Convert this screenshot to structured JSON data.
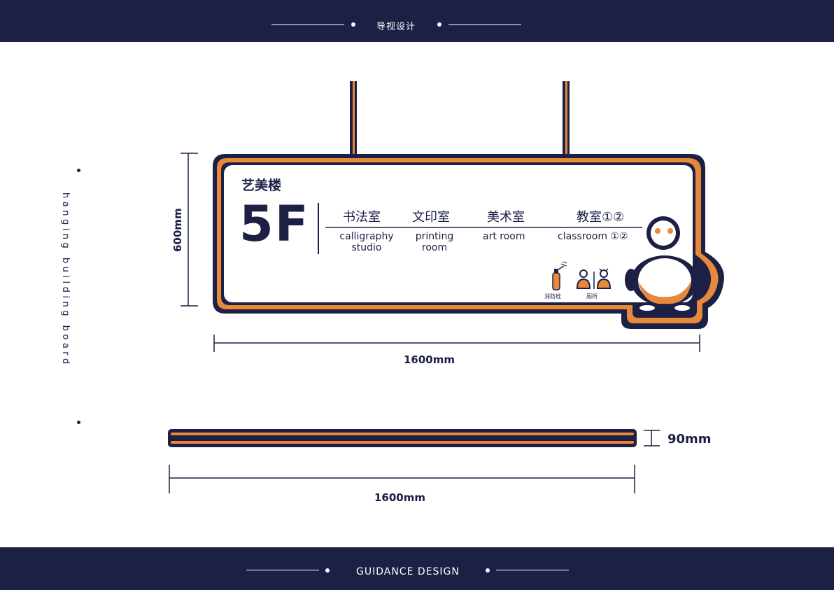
{
  "header": {
    "title": "导视设计"
  },
  "footer": {
    "title": "GUIDANCE DESIGN"
  },
  "side_label": "hanging building board",
  "sign": {
    "building_name": "艺美楼",
    "floor": "5F",
    "rooms": [
      {
        "cn": "书法室",
        "en": "calligraphy\nstudio"
      },
      {
        "cn": "文印室",
        "en": "printing\nroom"
      },
      {
        "cn": "美术室",
        "en": "art room"
      },
      {
        "cn": "教室①②",
        "en": "classroom ①②"
      }
    ],
    "facilities": [
      {
        "label": "消防栓",
        "icon": "fire-extinguisher-icon"
      },
      {
        "label": "厕所",
        "icon": "restroom-icon"
      }
    ]
  },
  "dimensions": {
    "front_height": "600mm",
    "front_width": "1600mm",
    "side_thickness": "90mm",
    "side_width": "1600mm"
  },
  "colors": {
    "navy": "#1c2045",
    "orange": "#e8883a",
    "white": "#ffffff"
  }
}
